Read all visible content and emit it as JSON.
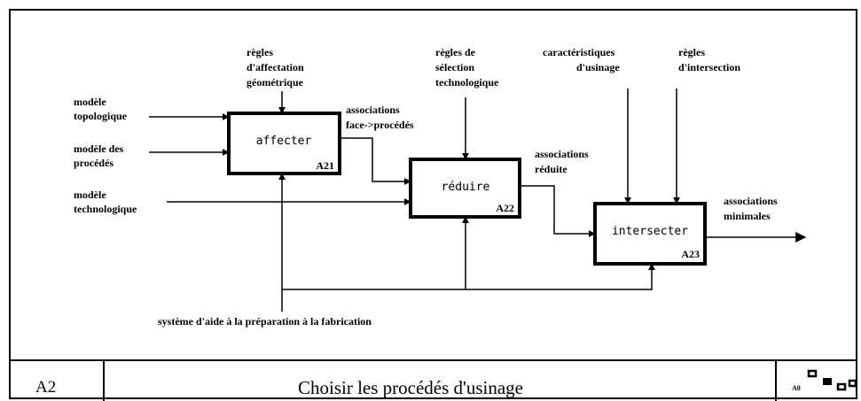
{
  "diagram": {
    "activities": {
      "affecter": {
        "name": "affecter",
        "number": "A21"
      },
      "reduire": {
        "name": "réduire",
        "number": "A22"
      },
      "intersecter": {
        "name": "intersecter",
        "number": "A23"
      }
    },
    "inputs": {
      "modele_topologique": [
        "modèle",
        "topologique"
      ],
      "modele_procedes": [
        "modèle des",
        "procédés"
      ],
      "modele_technologique": [
        "modèle",
        "technologique"
      ]
    },
    "controls": {
      "regles_affectation": [
        "règles",
        "d'affectation",
        "géométrique"
      ],
      "regles_selection": [
        "règles de",
        "sélection",
        "technologique"
      ],
      "caracteristiques_usinage": [
        "caractéristiques",
        "d'usinage"
      ],
      "regles_intersection": [
        "règles",
        "d'intersection"
      ]
    },
    "flows": {
      "associations_face": [
        "associations",
        "face->procédés"
      ],
      "associations_reduite": [
        "associations",
        "réduite"
      ]
    },
    "outputs": {
      "associations_minimales": [
        "associations",
        "minimales"
      ]
    },
    "mechanism": {
      "label": "système d'aide à la préparation à la fabrication"
    }
  },
  "footer": {
    "node": "A2",
    "title": "Choisir les procédés d'usinage",
    "context_label": "A0"
  }
}
